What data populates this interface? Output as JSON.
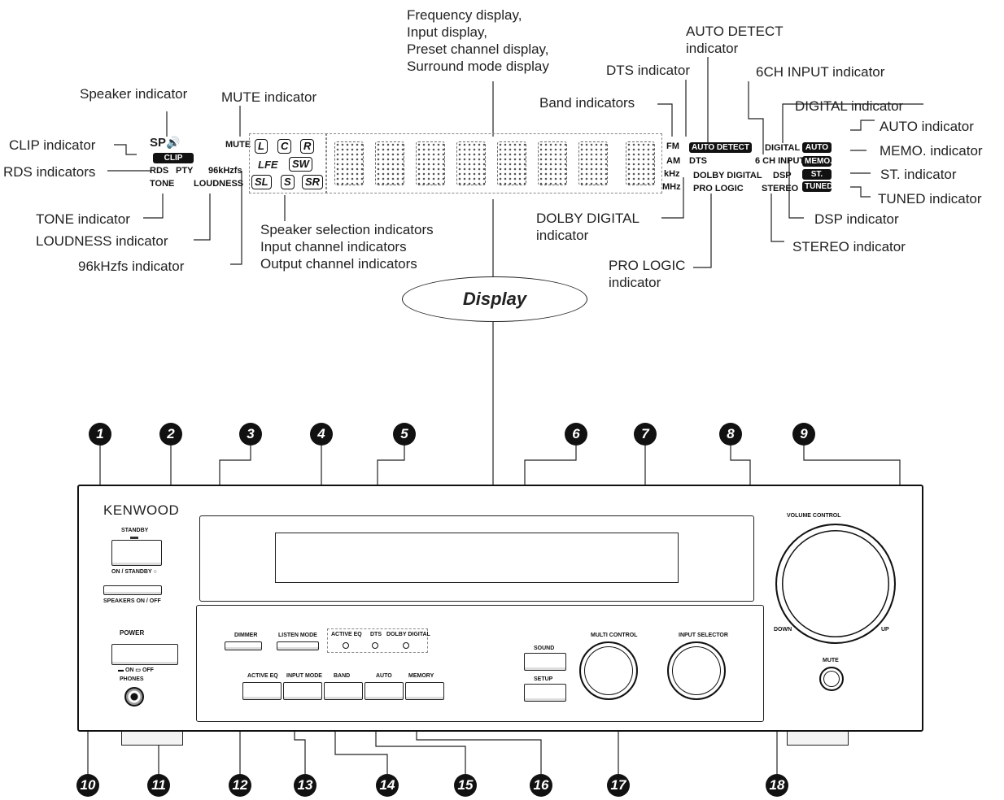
{
  "display_callouts": {
    "frequency": [
      "Frequency display,",
      "Input display,",
      "Preset channel display,",
      "Surround mode display"
    ],
    "auto_detect": [
      "AUTO  DETECT",
      "indicator"
    ],
    "dts": "DTS indicator",
    "six_ch": "6CH INPUT  indicator",
    "speaker": "Speaker indicator",
    "mute": "MUTE indicator",
    "band": "Band indicators",
    "digital": "DIGITAL indicator",
    "auto": "AUTO indicator",
    "clip": "CLIP indicator",
    "memo": "MEMO. indicator",
    "rds": "RDS indicators",
    "st": "ST. indicator",
    "tuned": "TUNED indicator",
    "tone": "TONE indicator",
    "loudness": "LOUDNESS  indicator",
    "khz96": "96kHzfs indicator",
    "speaker_sel": [
      "Speaker selection indicators",
      "Input channel indicators",
      "Output channel indicators"
    ],
    "dolby": [
      "DOLBY  DIGITAL",
      "indicator"
    ],
    "dsp": "DSP indicator",
    "stereo": "STEREO indicator",
    "pro_logic": [
      "PRO  LOGIC",
      "indicator"
    ],
    "display_oval": "Display"
  },
  "lcd": {
    "sp": "SP",
    "clip": "CLIP",
    "rds": "RDS",
    "pty": "PTY",
    "tone": "TONE",
    "loudness": "LOUDNESS",
    "mute": "MUTE",
    "khz96": "96kHzfs",
    "ch_l": "L",
    "ch_c": "C",
    "ch_r": "R",
    "lfe": "LFE",
    "sw": "SW",
    "sl": "SL",
    "s": "S",
    "sr": "SR",
    "fm": "FM",
    "am": "AM",
    "khz": "kHz",
    "mhz": "MHz",
    "auto_detect": "AUTO DETECT",
    "dts": "DTS",
    "six_ch": "6 CH INPUT",
    "digital": "DIGITAL",
    "dolby": "DOLBY DIGITAL",
    "pro_logic": "PRO LOGIC",
    "dsp": "DSP",
    "stereo": "STEREO",
    "auto": "AUTO",
    "memo": "MEMO.",
    "st": "ST.",
    "tuned": "TUNED"
  },
  "panel": {
    "brand": "KENWOOD",
    "standby": "STANDBY",
    "on_standby": "ON / STANDBY ○",
    "speakers": "SPEAKERS ON / OFF",
    "power": "POWER",
    "power_onoff": "▬ ON  ▭ OFF",
    "phones": "PHONES",
    "dimmer": "DIMMER",
    "listen_mode": "LISTEN MODE",
    "ind_active_eq": "ACTIVE EQ",
    "ind_dts": "DTS",
    "ind_dolby": "DOLBY DIGITAL",
    "active_eq": "ACTIVE EQ",
    "input_mode": "INPUT MODE",
    "band": "BAND",
    "auto": "AUTO",
    "memory": "MEMORY",
    "sound": "SOUND",
    "setup": "SETUP",
    "multi_control": "MULTI CONTROL",
    "input_selector": "INPUT SELECTOR",
    "volume_control": "VOLUME CONTROL",
    "down": "DOWN",
    "up": "UP",
    "mute": "MUTE"
  },
  "numbers": [
    "1",
    "2",
    "3",
    "4",
    "5",
    "6",
    "7",
    "8",
    "9",
    "10",
    "11",
    "12",
    "13",
    "14",
    "15",
    "16",
    "17",
    "18"
  ]
}
